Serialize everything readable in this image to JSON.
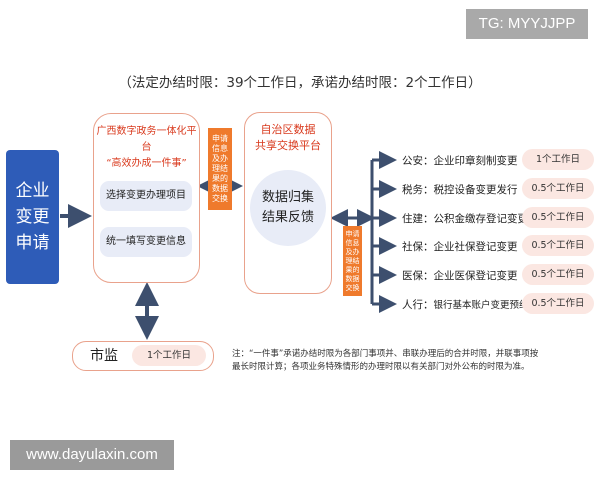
{
  "watermark_top": "TG: MYYJJPP",
  "watermark_bottom": "www.dayulaxin.com",
  "header": "（法定办结时限：39个工作日，承诺办结时限：2个工作日）",
  "start": {
    "lines": [
      "企业",
      "变更",
      "申请"
    ]
  },
  "platform": {
    "title_line1": "广西数字政务一体化平台",
    "title_line2": "“高效办成一件事”",
    "steps": [
      "选择变更办理项目",
      "统一填写变更信息"
    ]
  },
  "upper_orange": [
    "申请",
    "信息",
    "及办",
    "理结",
    "果的",
    "数据",
    "交换"
  ],
  "lower_orange": [
    "申请",
    "信息",
    "及办",
    "理结",
    "果的",
    "数据",
    "交换"
  ],
  "exchange": {
    "title_line1": "自治区数据",
    "title_line2": "共享交换平台",
    "center_line1": "数据归集",
    "center_line2": "结果反馈"
  },
  "departments": [
    {
      "dept": "公安：",
      "task": "企业印章刻制变更",
      "time": "1个工作日"
    },
    {
      "dept": "税务：",
      "task": "税控设备变更发行",
      "time": "0.5个工作日"
    },
    {
      "dept": "住建：",
      "task": "公积金缴存登记变更",
      "time": "0.5个工作日"
    },
    {
      "dept": "社保：",
      "task": "企业社保登记变更",
      "time": "0.5个工作日"
    },
    {
      "dept": "医保：",
      "task": "企业医保登记变更",
      "time": "0.5个工作日"
    },
    {
      "dept": "人行：",
      "task": "银行基本账户变更预约",
      "time": "0.5个工作日"
    }
  ],
  "shijian": {
    "label": "市监",
    "time": "1个工作日"
  },
  "note": {
    "line1": "注：“一件事”承诺办结时限为各部门事项并、串联办理后的合并时限，并联事项按",
    "line2": "最长时限计算；各项业务特殊情形的办理时限以有关部门对外公布的时限为准。"
  },
  "colors": {
    "blue": "#2e5cb8",
    "arrow": "#3d4f6e",
    "orange": "#ef7a2c",
    "red_text": "#d93a1e",
    "pill": "#fbe7e2",
    "step_fill": "#e8ecf7"
  }
}
